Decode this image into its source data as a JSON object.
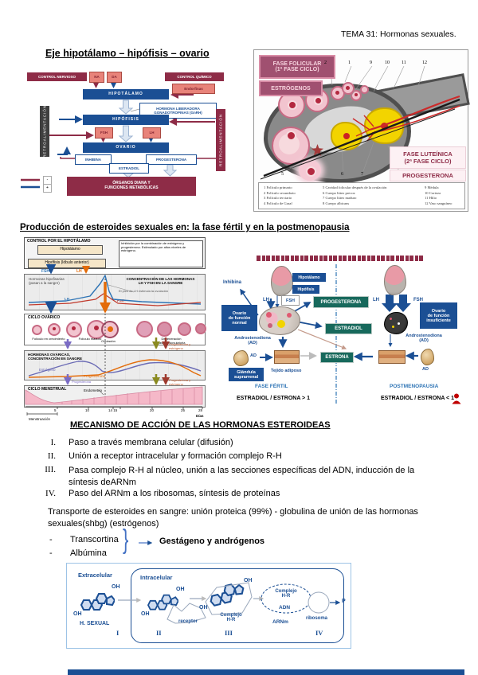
{
  "page": {
    "header": "TEMA 31: Hormonas sexuales."
  },
  "axis": {
    "title": "Eje hipotálamo – hipófisis – ovario",
    "control_nervioso": "CONTROL NERVIOSO",
    "na": "NA",
    "da": "DA",
    "control_quimico": "CONTROL QUÍMICO",
    "endorfinas": "Endorfinas",
    "hipotalamo": "HIPOTÁLAMO",
    "gnrh": "HORMONA LIBERADORA GONADOTROPINAS (GnRH)",
    "hipofisis": "HIPÓFISIS",
    "fsh": "FSH",
    "lh": "LH",
    "ovario": "OVARIO",
    "inhibina": "INHIBINA",
    "estradiol": "ESTRADIOL",
    "progesterona": "PROGESTERONA",
    "organos_line1": "ÓRGANOS DIANA Y",
    "organos_line2": "FUNCIONES METABÓLICAS",
    "retroalimentacion": "RETROALIMENTACIÓN",
    "legend_minus": "-",
    "legend_plus": "+"
  },
  "ovary": {
    "fase_folicular_l1": "FASE FOLICULAR",
    "fase_folicular_l2": "(1ª FASE CICLO)",
    "estrogenos": "ESTRÓGENOS",
    "fase_luteinica_l1": "FASE LUTEÍNICA",
    "fase_luteinica_l2": "(2ª FASE CICLO)",
    "progesterona": "PROGESTERONA",
    "num_top": [
      "2",
      "1",
      "9",
      "10",
      "11",
      "12"
    ],
    "num_bottom": [
      "5",
      "6",
      "7",
      "8"
    ],
    "legend_col1": [
      "1 Folículo primario",
      "2 Folículo secundario",
      "3 Folículo terciario",
      "4 Folículo de Graaf"
    ],
    "legend_col2": [
      "5 Cavidad folicular después de la ovulación",
      "6 Cuerpo lúteo precoz",
      "7 Cuerpo lúteo maduro",
      "8 Cuerpo albicans"
    ],
    "legend_col3": [
      "9 Médula",
      "10 Corteza",
      "11 Hilio",
      "12 Vaso sanguíneo"
    ]
  },
  "produccion": {
    "title": "Producción de esteroides sexuales en: la fase fértil y en la postmenopausia"
  },
  "ciclo": {
    "control_title": "CONTROL POR EL HIPOTÁLAMO",
    "hipotalamo": "Hipotálamo",
    "hipofisis": "Hipófisis (lóbulo anterior)",
    "nota": "Inhibición por la combinación de estrógeno y progesterona. Estimulado por altos niveles de estrógeno.",
    "fsh": "FSH",
    "lh": "LH",
    "hormonas_hipofisarias": "Hormonas hipofisarias (pasan a la sangre)",
    "conc_title_l1": "CONCENTRACIÓN DE LAS HORMONAS",
    "conc_title_l2": "LH Y FSH EN LA SANGRE",
    "pico": "El pico de LH estimula la ovulación",
    "ciclo_ovarico": "CICLO OVÁRICO",
    "foliculo_crec": "Folículo en crecimiento",
    "foliculo_maduro": "Folículo maduro",
    "ovulacion": "Ovulación",
    "degeneracion_l1": "Degeneración",
    "degeneracion_l2": "Fase postovulatoria",
    "prog_y_estr": "Progesterona y estrógeno",
    "horm_ovaricas_l1": "HORMONAS OVÁRICAS,",
    "horm_ovaricas_l2": "CONCENTRACIÓN EN SANGRE",
    "estrogeno": "Estrógeno",
    "progesterona": "Progesterona",
    "ciclo_menstrual": "CICLO MENSTRUAL",
    "endometrio": "Endometrio",
    "menstruacion": "Menstruación",
    "dias": [
      "5",
      "10",
      "14 15",
      "20",
      "25",
      "28"
    ],
    "dias_label": "Días"
  },
  "comparacion": {
    "inhibina": "Inhibina",
    "hipotalamo": "Hipotálamo",
    "hipofisis": "Hipófisis",
    "lh": "LH",
    "fsh": "FSH",
    "progesterona": "PROGESTERONA",
    "estradiol": "ESTRADIOL",
    "estrona": "ESTRONA",
    "ovario_normal_l1": "Ovario",
    "ovario_normal_l2": "de función",
    "ovario_normal_l3": "normal",
    "ovario_insuf_l1": "Ovario",
    "ovario_insuf_l2": "de función",
    "ovario_insuf_l3": "insuficiente",
    "andro_l1": "Androstenodiona",
    "andro_l2": "(AD)",
    "ad": "AD",
    "glandula_l1": "Glándula",
    "glandula_l2": "suprarrenal",
    "tejido": "Tejido adiposo",
    "fase_fertil": "FASE FÉRTIL",
    "postmenopausia": "POSTMENOPAUSIA",
    "ratio_fertil": "ESTRADIOL / ESTRONA > 1",
    "ratio_post": "ESTRADIOL / ESTRONA < 1"
  },
  "mecanismo": {
    "title": "MECANISMO DE ACCIÓN DE LAS HORMONAS ESTEROIDEAS",
    "items": [
      {
        "num": "I.",
        "text": "Paso a través membrana celular (difusión)"
      },
      {
        "num": "II.",
        "text": "Unión a receptor intracelular y formación complejo R-H"
      },
      {
        "num": "III.",
        "text": "Pasa complejo R-H al núcleo, unión a las secciones específicas del ADN, inducción de la síntesis deARNm"
      },
      {
        "num": "IV.",
        "text": "Paso del ARNm a los ribosomas, síntesis de proteínas"
      }
    ],
    "transporte_l1": "Transporte de esteroides en sangre: unión proteica (99%) - globulina de unión de las hormonas",
    "transporte_l2": "sexuales(shbg) (estrógenos)",
    "dash": "-",
    "bullet1": "Transcortina",
    "bullet2": "Albúmina",
    "brace": "}",
    "brace_label": "Gestágeno y andrógenos"
  },
  "celula": {
    "extracelular": "Extracelular",
    "intracelular": "Intracelular",
    "oh": "OH",
    "h_sexual": "H. SEXUAL",
    "receptor": "receptor",
    "complejo": "Complejo",
    "hr": "H-R",
    "adn": "ADN",
    "arnm": "ARNm",
    "ribosoma": "ribosoma",
    "p": "P",
    "n1": "I",
    "n2": "II",
    "n3": "III",
    "n4": "IV"
  }
}
